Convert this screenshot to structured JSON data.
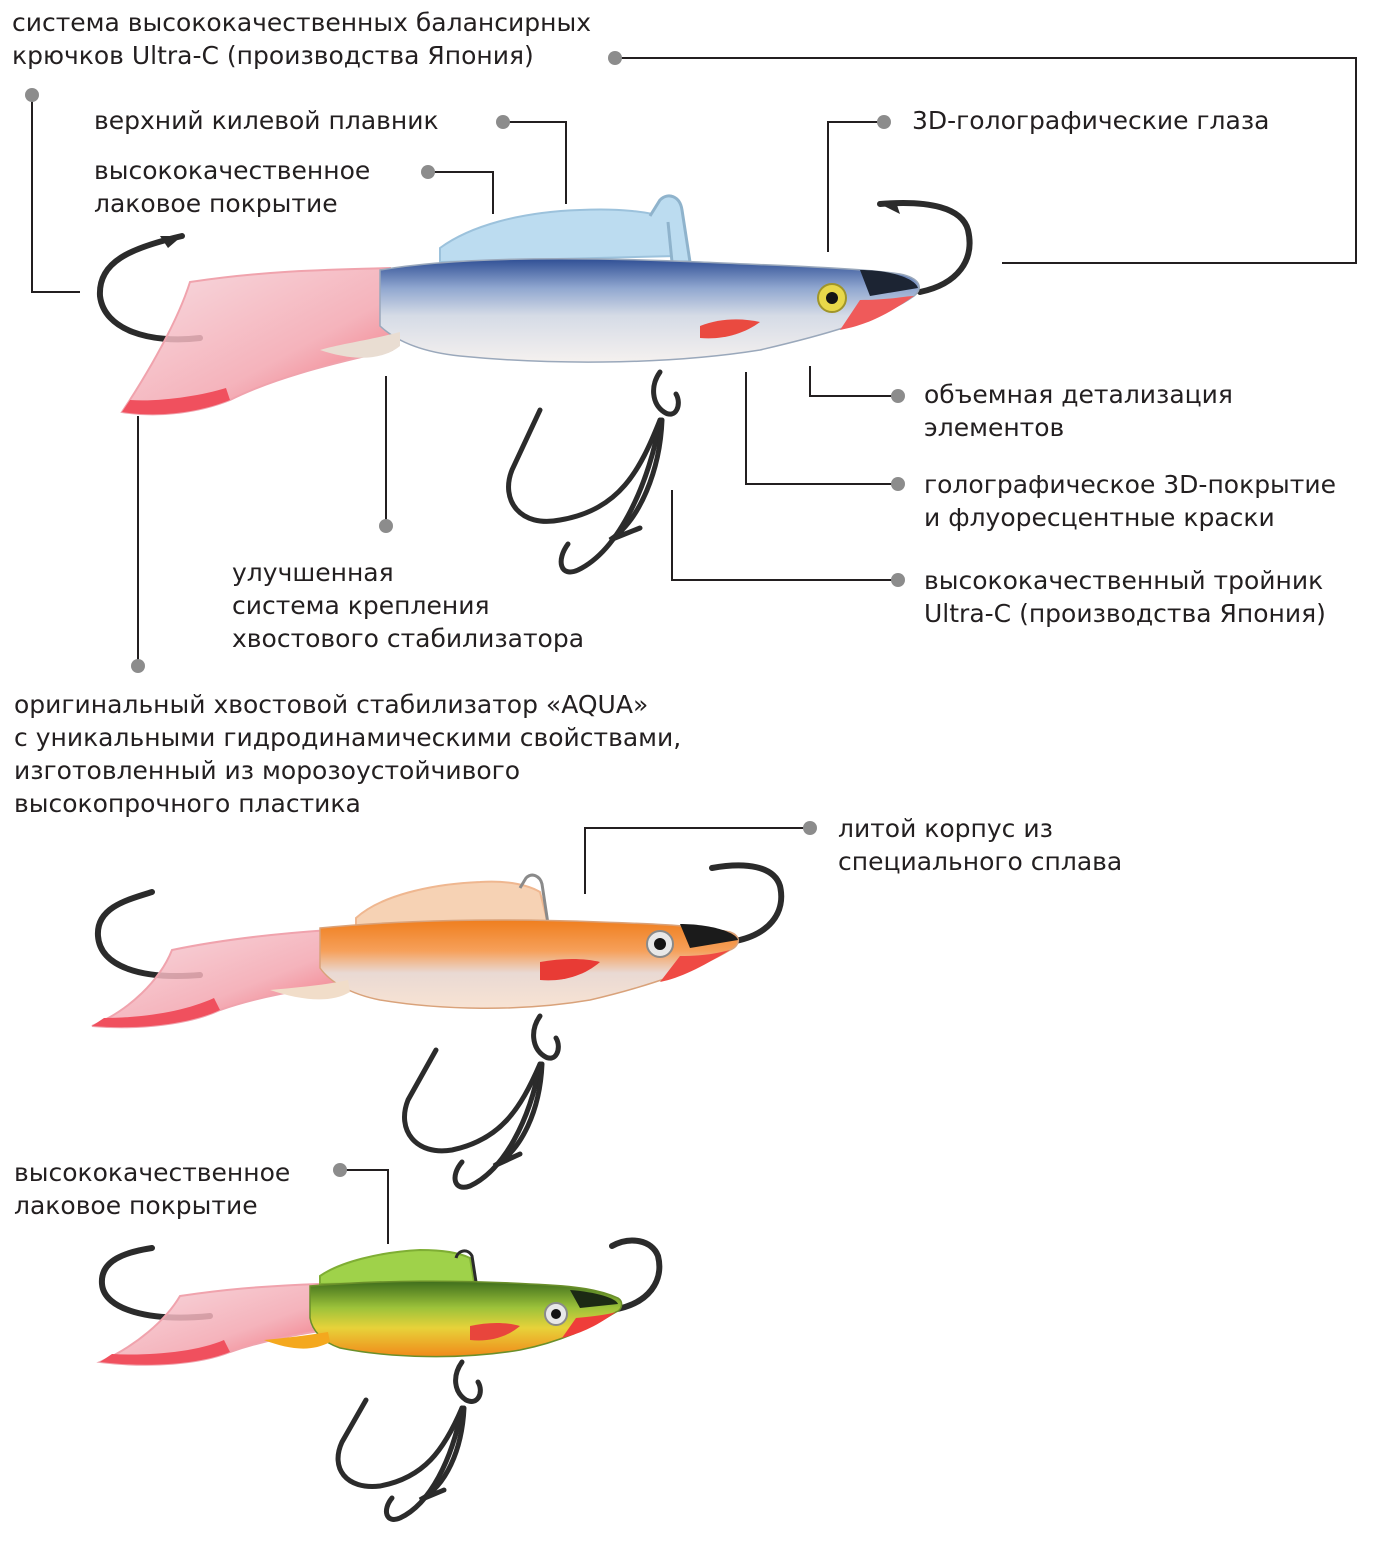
{
  "labels": {
    "hook_system": "система высококачественных балансирных\nкрючков Ultra-C (производства Япония)",
    "keel_fin": "верхний килевой плавник",
    "lacquer_top": "высококачественное\nлаковое покрытие",
    "eyes": "3D-голографические глаза",
    "volume_detail": "объемная детализация\nэлементов",
    "holo_coating": "голографическое 3D-покрытие\nи флуоресцентные краски",
    "treble_hook": "высококачественный тройник\nUltra-C (производства Япония)",
    "tail_mount": "улучшенная\nсистема крепления\nхвостового стабилизатора",
    "aqua_stabilizer": "оригинальный хвостовой стабилизатор «AQUA»\nс уникальными гидродинамическими свойствами,\nизготовленный из морозоустойчивого\nвысокопрочного пластика",
    "cast_body": "литой корпус из\nспециального сплава",
    "lacquer_bottom": "высококачественное\nлаковое покрытие"
  },
  "lures": [
    {
      "name": "blue-silver",
      "back": "#3d63a8",
      "body": "#c9d3e0",
      "belly": "#f2f0ee",
      "fin": "#b9d8ee",
      "tail": "#f07a86",
      "gill": "#e8453c",
      "eye": "#e5d74a"
    },
    {
      "name": "orange",
      "back": "#f08a2a",
      "body": "#f5b27a",
      "belly": "#f7e2d2",
      "fin": "#f3c9a8",
      "tail": "#f19aa0",
      "gill": "#e83b35",
      "eye": "#e6e6e6"
    },
    {
      "name": "green-yellow",
      "back": "#4b7a22",
      "body": "#a6c53a",
      "belly": "#f08c1c",
      "fin": "#8cc63f",
      "tail": "#f2a2a8",
      "gill": "#e8453c",
      "eye": "#e6e6e6"
    }
  ],
  "colors": {
    "leader_line": "#231f20",
    "dot": "#8c8c8c",
    "hook": "#2b2b2b"
  }
}
